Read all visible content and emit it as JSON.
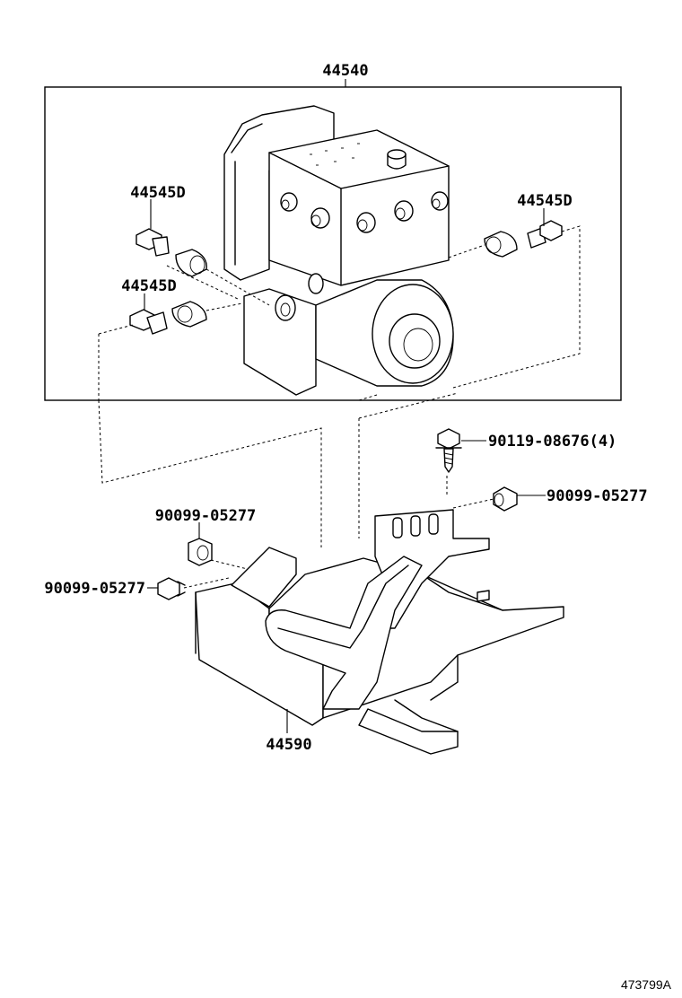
{
  "diagram": {
    "labels": {
      "actuator_assembly": "44540",
      "bracket_assembly": "44590",
      "cushion_upper_left": "44545D",
      "cushion_lower_left": "44545D",
      "cushion_right": "44545D",
      "bolt": "90119-08676(4)",
      "nut_right": "90099-05277",
      "nut_center": "90099-05277",
      "nut_left": "90099-05277"
    },
    "reference_number": "473799A"
  }
}
